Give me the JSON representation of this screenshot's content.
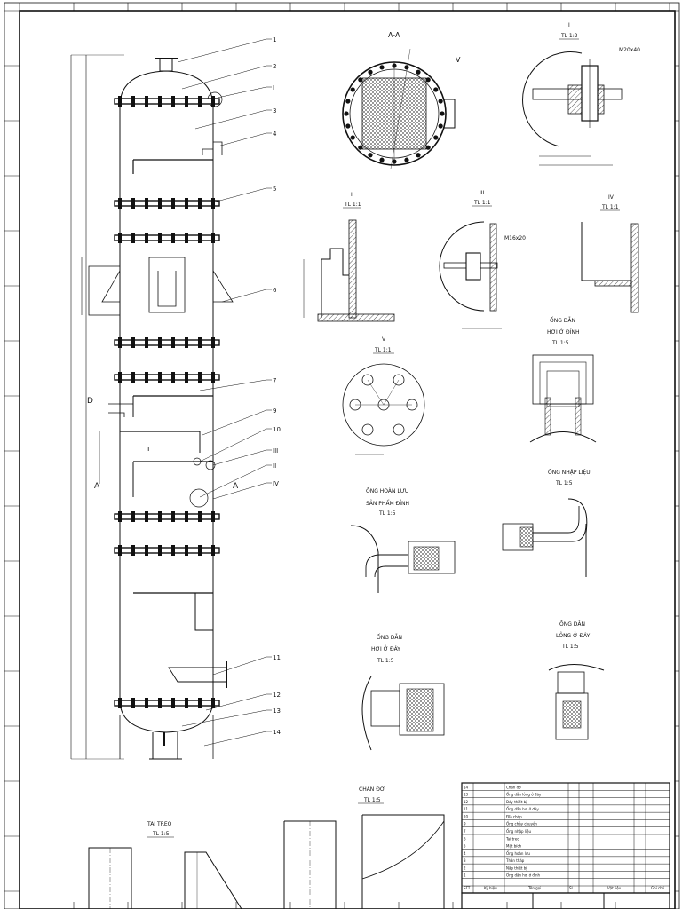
{
  "main_view": {
    "callouts": [
      "1",
      "2",
      "I",
      "3",
      "4",
      "5",
      "6",
      "7",
      "9",
      "10",
      "III",
      "II",
      "IV",
      "11",
      "12",
      "13",
      "14"
    ],
    "labels": {
      "d": "D",
      "a_left": "A",
      "a_right": "A",
      "ii": "II"
    }
  },
  "section_aa": {
    "title": "A-A",
    "mark": "V"
  },
  "detail_i": {
    "title": "I",
    "scale": "TL 1:2",
    "bolt": "M20x40"
  },
  "detail_ii": {
    "title": "II",
    "scale": "TL 1:1"
  },
  "detail_iii": {
    "title": "III",
    "scale": "TL 1:1",
    "bolt": "M16x20"
  },
  "detail_iv": {
    "title": "IV",
    "scale": "TL 1:1"
  },
  "detail_v": {
    "title": "V",
    "scale": "TL 1:1"
  },
  "pipe_top_vapor": {
    "title1": "ỐNG DẪN",
    "title2": "HƠI Ở ĐỈNH",
    "scale": "TL 1:5"
  },
  "pipe_feed": {
    "title1": "ỐNG NHẬP LIỆU",
    "scale": "TL 1:5"
  },
  "pipe_reflux": {
    "title1": "ỐNG HOÀN LƯU",
    "title2": "SẢN PHẨM ĐỈNH",
    "scale": "TL 1:5"
  },
  "pipe_bottom_vapor": {
    "title1": "ỐNG DẪN",
    "title2": "HƠI Ở ĐÁY",
    "scale": "TL 1:5"
  },
  "pipe_bottom_liquid": {
    "title1": "ỐNG DẪN",
    "title2": "LỎNG Ở ĐÁY",
    "scale": "TL 1:5"
  },
  "support": {
    "title": "CHÂN ĐỠ",
    "scale": "TL 1:5"
  },
  "hanger": {
    "title": "TAI TREO",
    "scale": "TL 1:5"
  },
  "title_block": {
    "rows": [
      {
        "no": "14",
        "name": "Chân đỡ"
      },
      {
        "no": "13",
        "name": "Ống dẫn lỏng ở đáy"
      },
      {
        "no": "12",
        "name": "Đáy thiết bị"
      },
      {
        "no": "11",
        "name": "Ống dẫn hơi ở đáy"
      },
      {
        "no": "10",
        "name": "Đĩa chóp"
      },
      {
        "no": "9",
        "name": "Ống chảy chuyền"
      },
      {
        "no": "7",
        "name": "Ống nhập liệu"
      },
      {
        "no": "6",
        "name": "Tai treo"
      },
      {
        "no": "5",
        "name": "Mặt bích"
      },
      {
        "no": "4",
        "name": "Ống hoàn lưu"
      },
      {
        "no": "3",
        "name": "Thân tháp"
      },
      {
        "no": "2",
        "name": "Nắp thiết bị"
      },
      {
        "no": "1",
        "name": "Ống dẫn hơi ở đỉnh"
      }
    ],
    "footer": {
      "c1": "STT",
      "c2": "Ký hiệu",
      "c3": "Tên gọi",
      "c4": "SL",
      "c5": "Vật liệu",
      "c6": "Ghi chú"
    }
  }
}
